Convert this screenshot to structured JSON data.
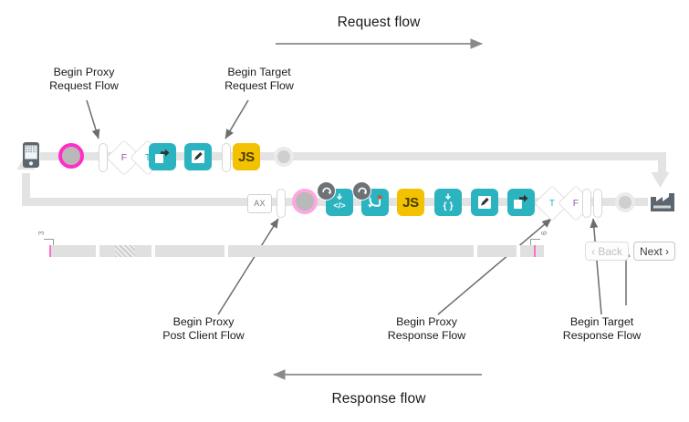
{
  "diagram": {
    "title_request": "Request flow",
    "title_response": "Response flow"
  },
  "callouts": [
    {
      "id": "begin-proxy-request-flow",
      "line1": "Begin Proxy",
      "line2": "Request Flow"
    },
    {
      "id": "begin-target-request-flow",
      "line1": "Begin Target",
      "line2": "Request Flow"
    },
    {
      "id": "begin-proxy-post-client-flow",
      "line1": "Begin Proxy",
      "line2": "Post Client Flow"
    },
    {
      "id": "begin-proxy-response-flow",
      "line1": "Begin Proxy",
      "line2": "Response Flow"
    },
    {
      "id": "begin-target-response-flow",
      "line1": "Begin Target",
      "line2": "Response Flow"
    }
  ],
  "request_row": {
    "endpoint_icon": "mobile-device-icon",
    "nodes": [
      {
        "type": "circle",
        "name": "begin-proxy-request-marker",
        "variant": "magenta"
      },
      {
        "type": "pill",
        "name": "flow-separator"
      },
      {
        "type": "diamond",
        "name": "condition-false",
        "label": "F",
        "color": "#9b59b6"
      },
      {
        "type": "diamond",
        "name": "condition-true",
        "label": "T",
        "color": "#2bb3c0"
      },
      {
        "type": "policy",
        "name": "route-policy-icon",
        "icon": "route-arrow-icon",
        "color": "#2bb3c0"
      },
      {
        "type": "policy",
        "name": "assign-message-policy-icon",
        "icon": "pencil-icon",
        "color": "#2bb3c0"
      },
      {
        "type": "pill",
        "name": "flow-separator"
      },
      {
        "type": "policy",
        "name": "javascript-policy-icon",
        "icon": "js-label",
        "label": "JS",
        "color": "#f2c200"
      },
      {
        "type": "circle",
        "name": "end-target-request-marker",
        "variant": "plain"
      }
    ]
  },
  "response_row": {
    "endpoint_icon": "factory-backend-icon",
    "nodes": [
      {
        "type": "axbox",
        "name": "analytics-box",
        "label": "AX"
      },
      {
        "type": "pill",
        "name": "flow-separator"
      },
      {
        "type": "circle",
        "name": "begin-proxy-post-client-marker",
        "variant": "pink"
      },
      {
        "type": "policy",
        "name": "xml-policy-icon",
        "icon": "xml-code-icon",
        "label": "</>",
        "color": "#2bb3c0",
        "badge": "revert-icon"
      },
      {
        "type": "policy",
        "name": "flow-callout-policy-icon",
        "icon": "curved-arrow-icon",
        "color": "#2bb3c0",
        "badge": "revert-icon"
      },
      {
        "type": "policy",
        "name": "javascript-policy-icon",
        "icon": "js-label",
        "label": "JS",
        "color": "#f2c200"
      },
      {
        "type": "policy",
        "name": "json-policy-icon",
        "icon": "json-braces-icon",
        "label": "{}",
        "color": "#2bb3c0"
      },
      {
        "type": "policy",
        "name": "assign-message-policy-icon",
        "icon": "pencil-icon",
        "color": "#2bb3c0"
      },
      {
        "type": "policy",
        "name": "route-policy-icon",
        "icon": "route-arrow-icon",
        "color": "#2bb3c0"
      },
      {
        "type": "diamond",
        "name": "condition-true",
        "label": "T",
        "color": "#2bb3c0"
      },
      {
        "type": "diamond",
        "name": "condition-false",
        "label": "F",
        "color": "#9b59b6"
      },
      {
        "type": "pill",
        "name": "flow-separator"
      },
      {
        "type": "pill",
        "name": "flow-separator"
      },
      {
        "type": "circle",
        "name": "begin-target-response-marker",
        "variant": "plain"
      }
    ]
  },
  "timeline": {
    "start_label": "3",
    "end_label": "6"
  },
  "pager": {
    "back_label": "‹ Back",
    "next_label": "Next ›",
    "back_disabled": true
  },
  "colors": {
    "teal": "#2bb3c0",
    "yellow": "#f2c200",
    "magenta": "#ff2ec4",
    "pink": "#ffa7e0",
    "rail": "#e3e3e3",
    "arrow": "#8a8a8a",
    "endpoint": "#5b666e"
  }
}
